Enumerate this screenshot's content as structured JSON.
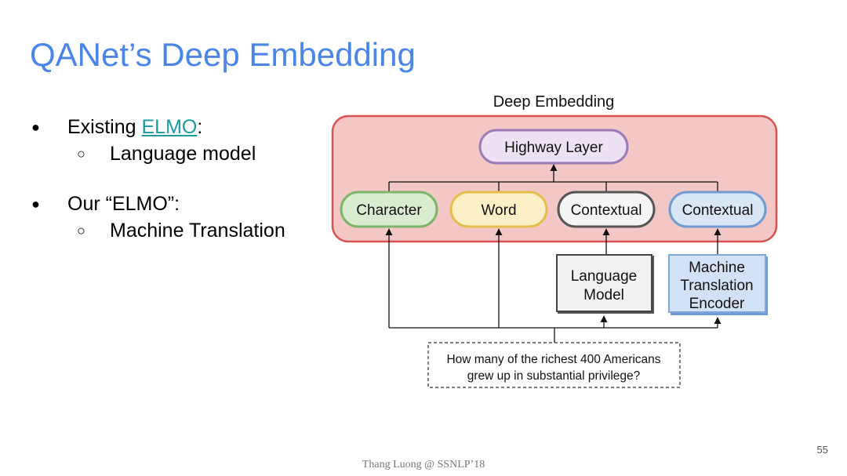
{
  "slide": {
    "title": "QANet’s Deep Embedding",
    "page_number": "55",
    "footer": "Thang Luong  @ SSNLP’18"
  },
  "bullets": [
    {
      "marker": "●",
      "prefix": "Existing ",
      "link": "ELMO",
      "suffix": ":",
      "sub": [
        {
          "marker": "○",
          "text": "Language model"
        }
      ]
    },
    {
      "marker": "●",
      "text": "Our “ELMO”:",
      "sub": [
        {
          "marker": "○",
          "text": "Machine Translation"
        }
      ]
    }
  ],
  "diagram": {
    "output_label": "Deep Embedding",
    "highway_layer": "Highway Layer",
    "embeddings": {
      "character": "Character",
      "word": "Word",
      "contextual_lm": "Contextual",
      "contextual_mt": "Contextual"
    },
    "language_model": [
      "Language",
      "Model"
    ],
    "mt_encoder": [
      "Machine",
      "Translation",
      "Encoder"
    ],
    "input_sentence": [
      "How many of the richest 400 Americans",
      "grew up in substantial privilege?"
    ]
  },
  "colors": {
    "title": "#4a86e8",
    "link": "#1a9aa0",
    "container_fill": "#f4c7c7",
    "container_stroke": "#d9534f",
    "highway_fill": "#ece2f3",
    "highway_stroke": "#9b7bb8",
    "character_fill": "#d9ecd0",
    "character_stroke": "#7bb567",
    "word_fill": "#fcf0c6",
    "word_stroke": "#e6bd4a",
    "contextual_lm_fill": "#f5f5f5",
    "contextual_lm_stroke": "#555555",
    "contextual_mt_fill": "#d8e6f6",
    "contextual_mt_stroke": "#6f9bd1",
    "lm_box_fill": "#f2f2f2",
    "mt_box_fill": "#d2e1f5"
  }
}
